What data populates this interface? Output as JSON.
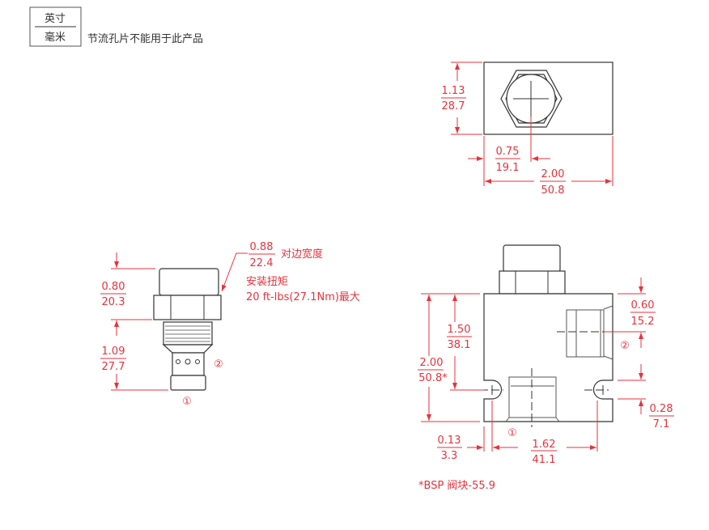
{
  "legend": {
    "unit_top": "英寸",
    "unit_bottom": "毫米",
    "note": "节流孔片不能用于此产品"
  },
  "top_view": {
    "height": {
      "in": "1.13",
      "mm": "28.7"
    },
    "center_offset": {
      "in": "0.75",
      "mm": "19.1"
    },
    "width": {
      "in": "2.00",
      "mm": "50.8"
    }
  },
  "cartridge": {
    "hex_size": {
      "in": "0.88",
      "mm": "22.4",
      "label": "对边宽度"
    },
    "torque_label": "安装扭矩",
    "torque_value": "20 ft-lbs(27.1Nm)最大",
    "cap_height": {
      "in": "0.80",
      "mm": "20.3"
    },
    "body_length": {
      "in": "1.09",
      "mm": "27.7"
    },
    "port_2": "②",
    "port_1": "①"
  },
  "front_view": {
    "height": {
      "in": "2.00",
      "mm": "50.8*"
    },
    "port1_depth": {
      "in": "1.50",
      "mm": "38.1"
    },
    "port2_offset": {
      "in": "0.60",
      "mm": "15.2"
    },
    "mount_hole_offset": {
      "in": "0.28",
      "mm": "7.1"
    },
    "edge_offset": {
      "in": "0.13",
      "mm": "3.3"
    },
    "hole_spacing": {
      "in": "1.62",
      "mm": "41.1"
    },
    "port_2": "②",
    "port_1": "①",
    "footnote": "*BSP 阀块-55.9"
  }
}
